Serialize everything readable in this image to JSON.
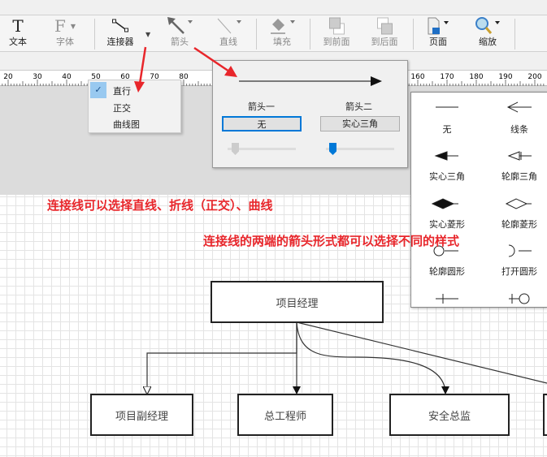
{
  "toolbar": {
    "items": [
      {
        "label": "文本",
        "icon": "text-icon"
      },
      {
        "label": "字体",
        "icon": "font-icon"
      },
      {
        "label": "连接器",
        "icon": "connector-icon"
      },
      {
        "label": "箭头",
        "icon": "arrow-icon"
      },
      {
        "label": "直线",
        "icon": "line-icon"
      },
      {
        "label": "填充",
        "icon": "fill-icon"
      },
      {
        "label": "到前面",
        "icon": "bring-front-icon"
      },
      {
        "label": "到后面",
        "icon": "send-back-icon"
      },
      {
        "label": "页面",
        "icon": "page-icon"
      },
      {
        "label": "缩放",
        "icon": "zoom-icon"
      }
    ]
  },
  "ruler": {
    "ticks": [
      "20",
      "30",
      "40",
      "50",
      "60",
      "70",
      "80",
      "160",
      "170",
      "180",
      "190",
      "200"
    ]
  },
  "connector_menu": {
    "items": [
      "直行",
      "正交",
      "曲线图"
    ],
    "selected": "直行"
  },
  "arrow_dialog": {
    "arrow1_label": "箭头一",
    "arrow2_label": "箭头二",
    "arrow1_value": "无",
    "arrow2_value": "实心三角"
  },
  "arrow_palette": {
    "items": [
      "无",
      "线条",
      "实心三角",
      "轮廓三角",
      "实心菱形",
      "轮廓菱形",
      "轮廓圆形",
      "打开圆形"
    ]
  },
  "annotations": {
    "line1": "连接线可以选择直线、折线（正交）、曲线",
    "line2": "连接线的两端的箭头形式都可以选择不同的样式"
  },
  "diagram": {
    "root": "项目经理",
    "children": [
      "项目副经理",
      "总工程师",
      "安全总监"
    ]
  },
  "colors": {
    "annotation": "#e8262b",
    "accent": "#0078d7"
  }
}
